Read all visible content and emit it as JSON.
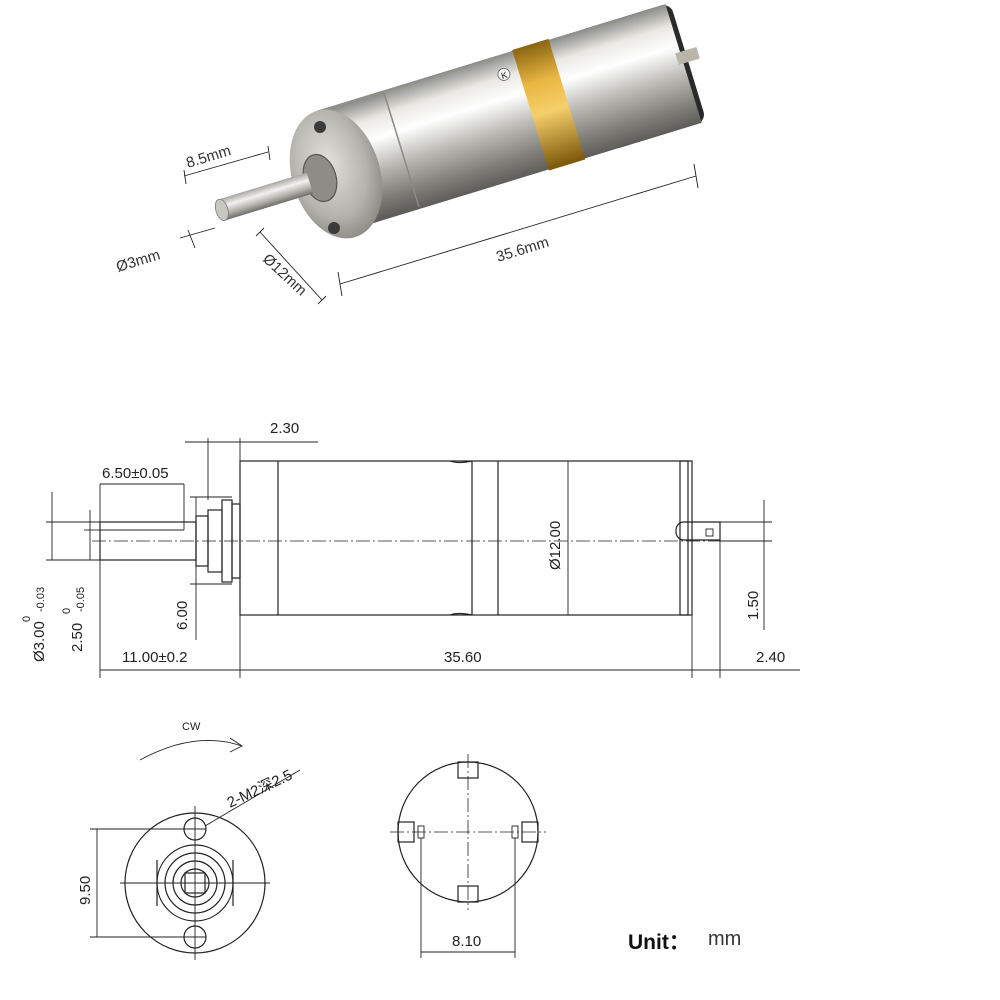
{
  "photo_dimensions": {
    "shaft_length": "8.5mm",
    "shaft_diameter": "Ø3mm",
    "body_diameter": "Ø12mm",
    "body_length": "35.6mm",
    "logo_mark": "K"
  },
  "side_view": {
    "dim_collar": "2.30",
    "dim_shaft_flat": "6.50±0.05",
    "dim_shaft_dia": "Ø3.00",
    "dim_shaft_dia_tol_upper": "0",
    "dim_shaft_dia_tol_lower": "-0.03",
    "dim_flat": "2.50",
    "dim_flat_tol_upper": "0",
    "dim_flat_tol_lower": "-0.05",
    "dim_boss": "6.00",
    "dim_body_dia": "Ø12.00",
    "dim_terminal_offset": "1.50",
    "dim_shaft_length": "11.00±0.2",
    "dim_body_length": "35.60",
    "dim_terminal_length": "2.40"
  },
  "front_view": {
    "rotation": "CW",
    "screw_holes": "2-M2深2.5",
    "hole_spacing": "9.50"
  },
  "rear_view": {
    "terminal_spacing": "8.10"
  },
  "unit": {
    "label": "Unit：",
    "value": "mm"
  }
}
